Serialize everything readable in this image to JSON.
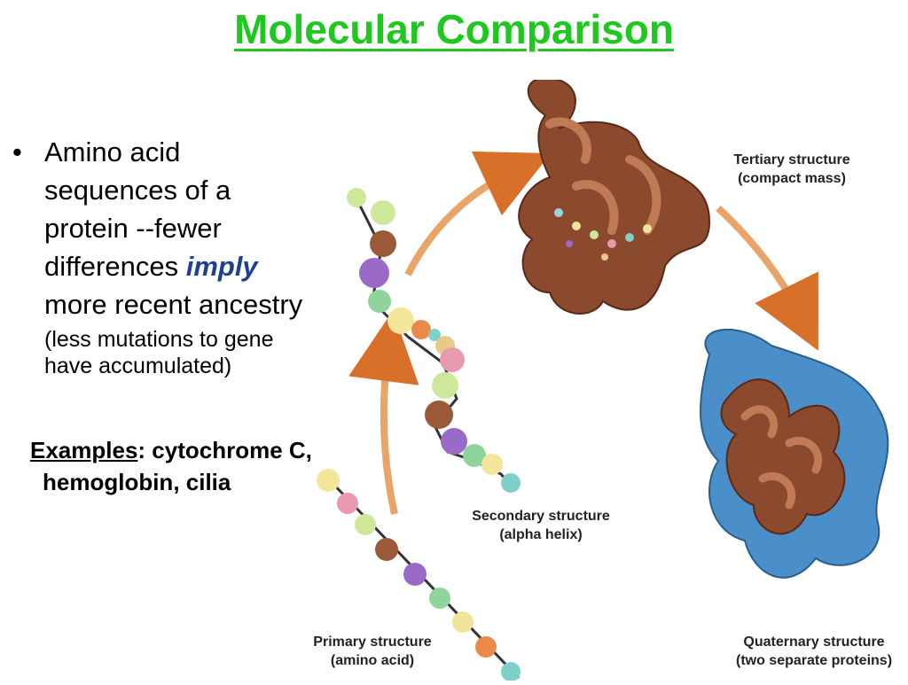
{
  "title": "Molecular Comparison",
  "bullet": {
    "line1": "Amino acid",
    "line2": "sequences of a",
    "line3": "protein  --fewer",
    "line4_pre": "differences ",
    "line4_emph": "imply",
    "line5": "more recent ancestry",
    "small1": "(less mutations to gene",
    "small2": "have accumulated)"
  },
  "examples": {
    "label": "Examples",
    "line1_rest": ":  cytochrome C,",
    "line2": "hemoglobin, cilia"
  },
  "figure": {
    "tertiary": [
      "Tertiary structure",
      "(compact mass)"
    ],
    "secondary": [
      "Secondary structure",
      "(alpha helix)"
    ],
    "primary": [
      "Primary structure",
      "(amino acid)"
    ],
    "quaternary": [
      "Quaternary structure",
      "(two separate proteins)"
    ]
  },
  "colors": {
    "title": "#1ec81e",
    "emphasis": "#1f3f8f",
    "protein_brown": "#8b4a2e",
    "protein_blue": "#4a8fc9",
    "arrow": "#d9702a"
  }
}
